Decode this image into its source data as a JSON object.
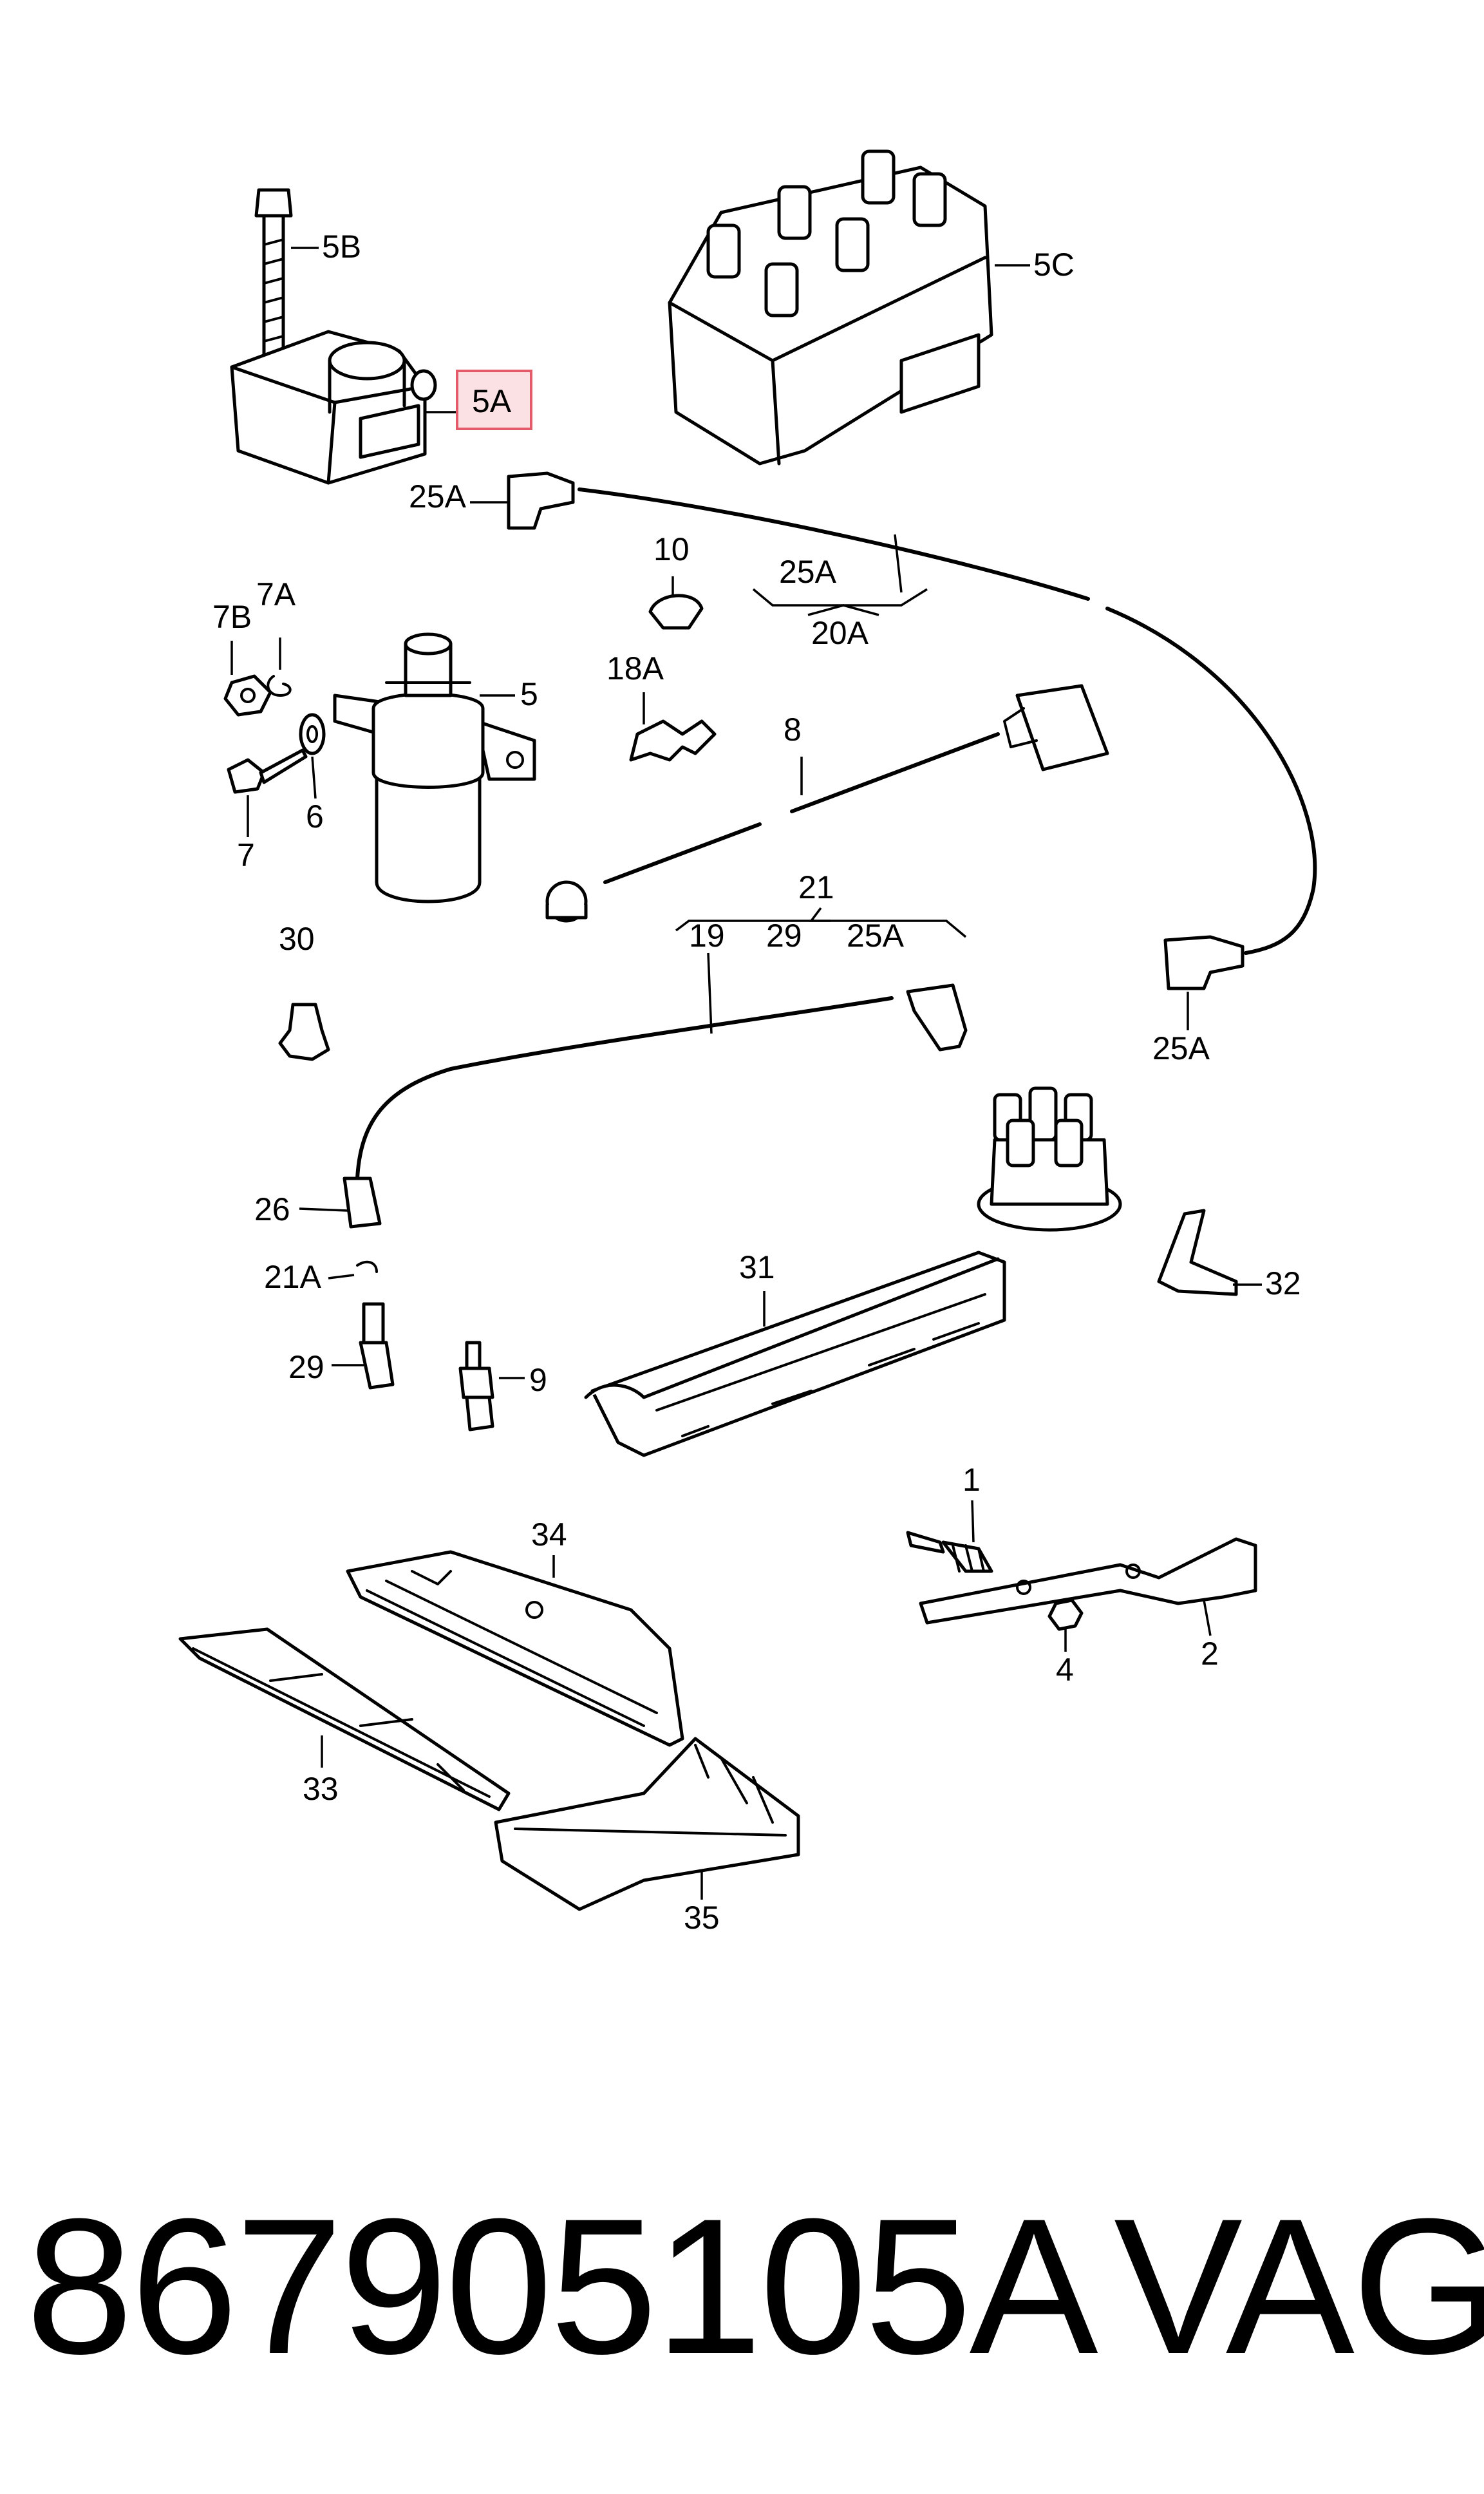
{
  "callouts": {
    "c5B": "5B",
    "c5A": "5A",
    "c5C": "5C",
    "c25A_a": "25A",
    "c10": "10",
    "c25A_b": "25A",
    "c20A": "20A",
    "c7B": "7B",
    "c7A": "7A",
    "c5": "5",
    "c18A": "18A",
    "c8": "8",
    "c7": "7",
    "c6": "6",
    "c21": "21",
    "c19": "19",
    "c29_a": "29",
    "c25A_c": "25A",
    "c30": "30",
    "c25A_d": "25A",
    "c26": "26",
    "c31": "31",
    "c32": "32",
    "c21A": "21A",
    "c29_b": "29",
    "c9": "9",
    "c1": "1",
    "c34": "34",
    "c4": "4",
    "c2": "2",
    "c33": "33",
    "c35": "35"
  },
  "highlight": {
    "label": "5A",
    "color": "#fbe1e3",
    "border": "#e35b6a"
  },
  "footer": {
    "part_number": "867905105A",
    "brand": "VAG"
  }
}
